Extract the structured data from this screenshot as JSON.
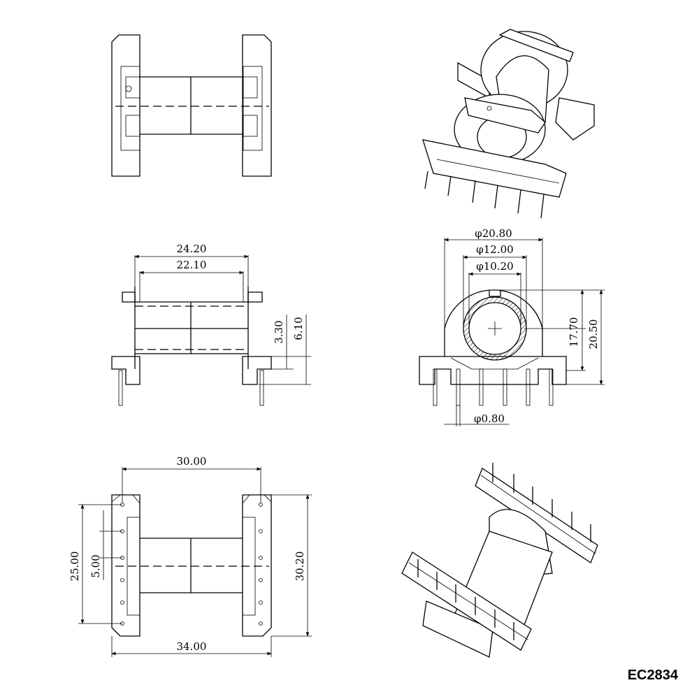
{
  "part_number": "EC2834",
  "views": {
    "top_view": {},
    "side_view": {
      "dims": {
        "overall_width": "24.20",
        "winding_width": "22.10",
        "base_height": "3.30",
        "pin_height": "6.10"
      }
    },
    "front_view": {
      "dims": {
        "flange_diameter": "φ20.80",
        "outer_diameter": "φ12.00",
        "inner_diameter": "φ10.20",
        "center_height": "17.70",
        "total_height": "20.50",
        "pin_diameter": "φ0.80"
      }
    },
    "bottom_view": {
      "dims": {
        "pin_row_length": "30.00",
        "overall_length": "34.00",
        "pin_span": "25.00",
        "pin_pitch": "5.00",
        "overall_width": "30.20"
      }
    }
  }
}
